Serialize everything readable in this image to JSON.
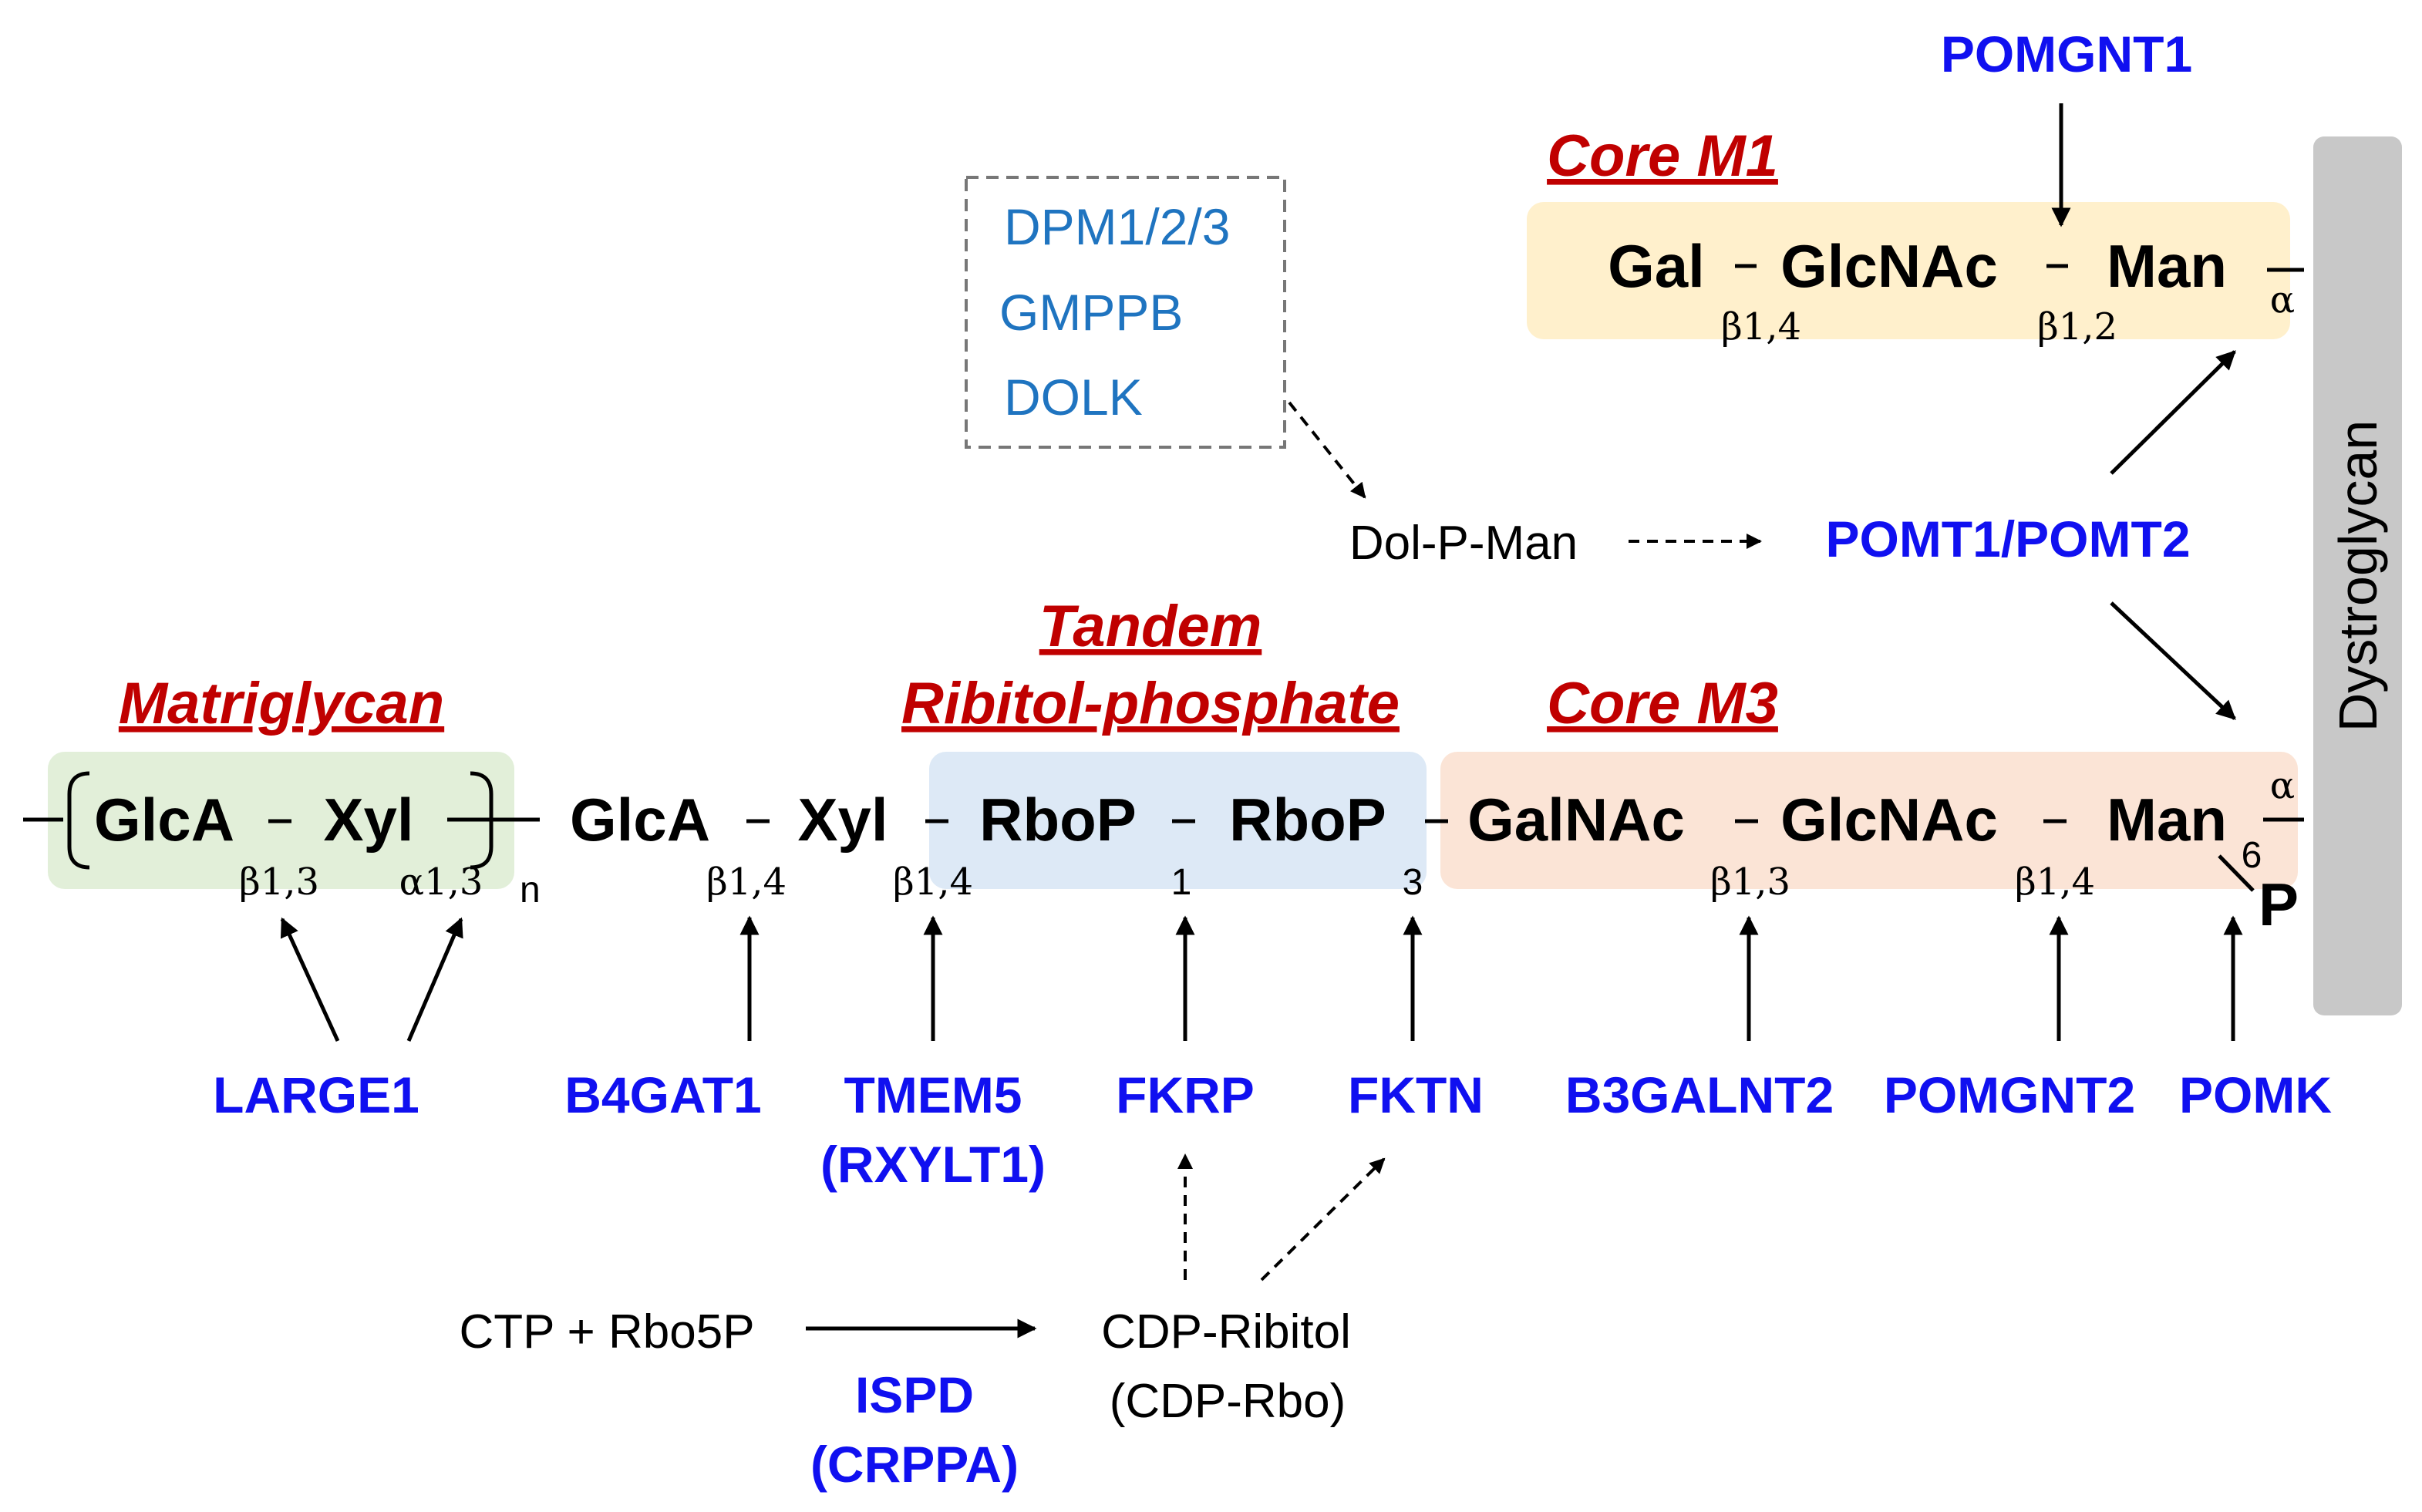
{
  "sections": {
    "matriglycan": "Matriglycan",
    "tandem_1": "Tandem",
    "tandem_2": "Ribitol-phosphate",
    "core_m3": "Core M3",
    "core_m1": "Core M1"
  },
  "dystroglycan": "Dystroglycan",
  "chain_m3": {
    "sugars": [
      "GlcA",
      "Xyl",
      "GlcA",
      "Xyl",
      "RboP",
      "RboP",
      "GalNAc",
      "GlcNAc",
      "Man"
    ],
    "repeat_n": "n",
    "linkages": [
      "β1,3",
      "α1,3",
      "β1,4",
      "β1,4",
      "1",
      "3",
      "β1,3",
      "β1,4"
    ],
    "alpha": "α",
    "position_6": "6",
    "phosphate": "P"
  },
  "chain_m1": {
    "sugars": [
      "Gal",
      "GlcNAc",
      "Man"
    ],
    "linkages": [
      "β1,4",
      "β1,2"
    ],
    "alpha": "α"
  },
  "enzymes": {
    "large1": "LARGE1",
    "b4gat1": "B4GAT1",
    "tmem5": "TMEM5",
    "rxylt1": "(RXYLT1)",
    "fkrp": "FKRP",
    "fktn": "FKTN",
    "b3galnt2": "B3GALNT2",
    "pomgnt2": "POMGNT2",
    "pomk": "POMK",
    "pomgnt1": "POMGNT1",
    "pomt": "POMT1/POMT2",
    "ispd": "ISPD",
    "crppa": "(CRPPA)"
  },
  "dolichol_enzymes": [
    "DPM1/2/3",
    "GMPPB",
    "DOLK"
  ],
  "metabolites": {
    "dol_p_man": "Dol-P-Man",
    "ctp_rbo5p": "CTP + Rbo5P",
    "cdp_ribitol": "CDP-Ribitol",
    "cdp_rbo": "(CDP-Rbo)"
  },
  "colors": {
    "matriglycan_box": "#e2efd9",
    "tandem_box": "#dde9f6",
    "core_m3_box": "#fbe4d6",
    "core_m1_box": "#fff0cc",
    "dystroglycan_bar": "#c8c8c8",
    "enzyme": "#1010f0",
    "dolichol_enzyme": "#1f74c0",
    "section_title": "#c00000"
  }
}
